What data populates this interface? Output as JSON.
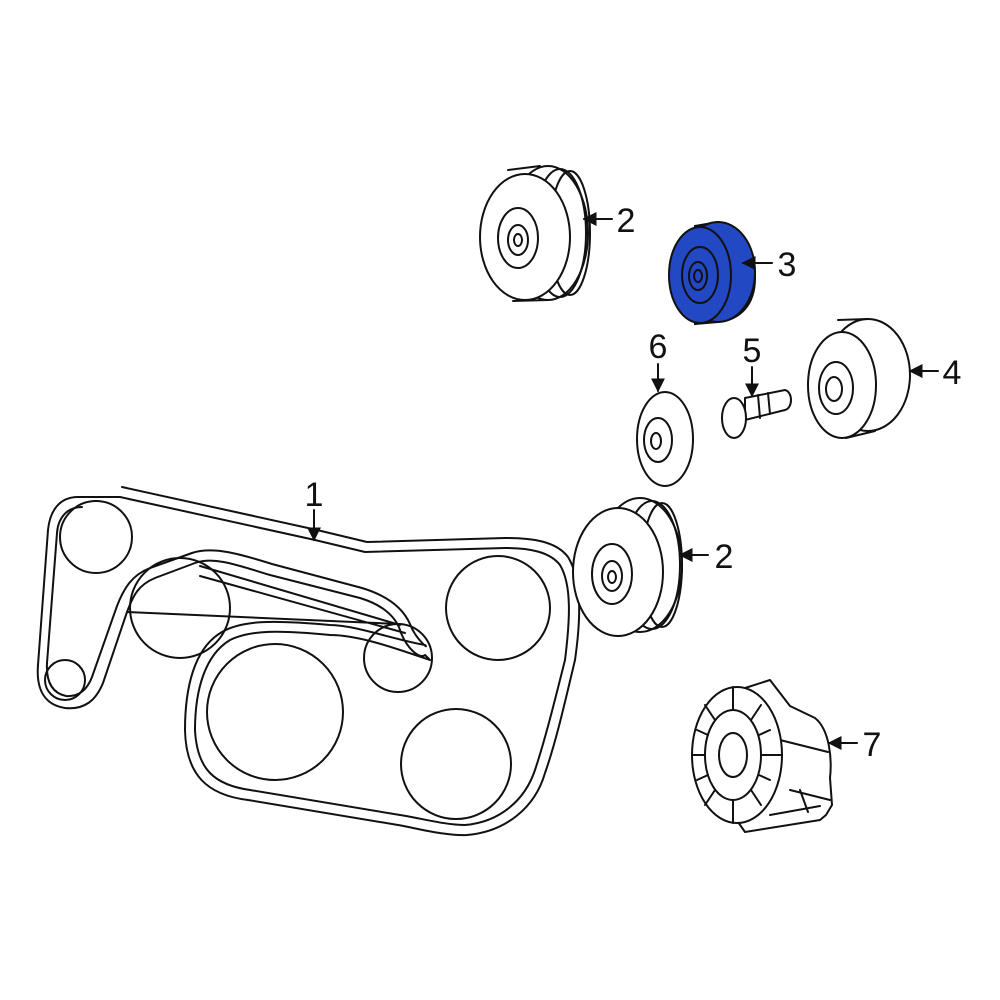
{
  "diagram": {
    "callouts": {
      "belt": "1",
      "idler_upper": "2",
      "idler_lower": "2",
      "highlighted_pulley": "3",
      "pulley_4": "4",
      "bolt": "5",
      "cover": "6",
      "tensioner": "7"
    },
    "highlight_color": "#2348c4"
  }
}
